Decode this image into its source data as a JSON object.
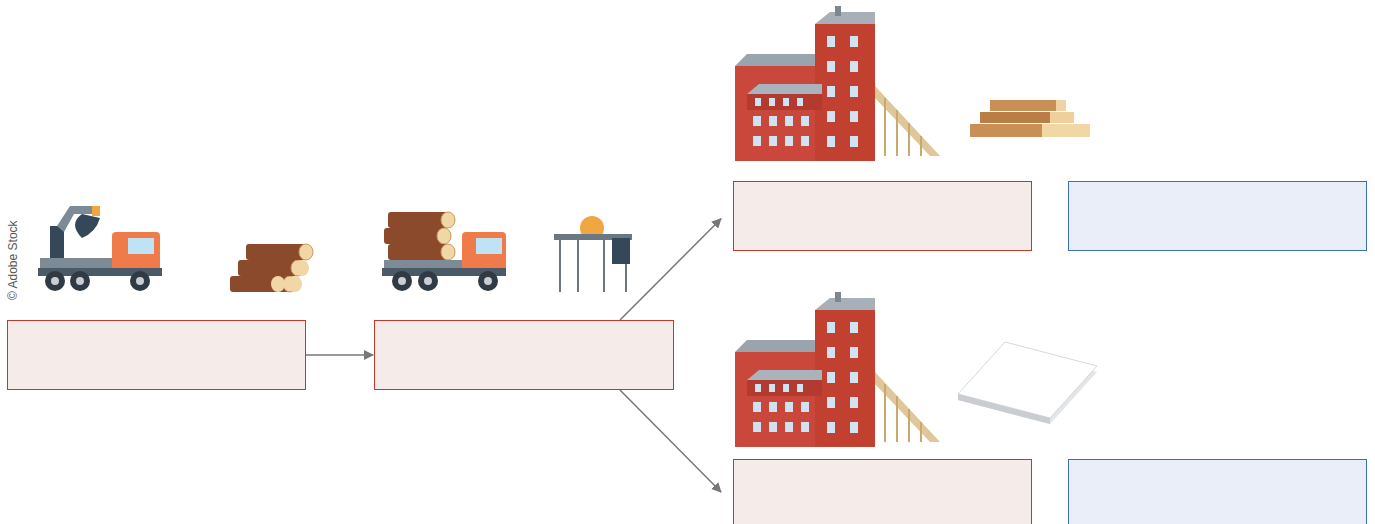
{
  "diagram": {
    "nodes": [
      {
        "text": []
      },
      {
        "text": []
      },
      {
        "text": []
      },
      {
        "text": []
      },
      {
        "text": []
      },
      {
        "text": []
      }
    ],
    "edges": [
      {
        "from": 0,
        "to": 1,
        "arrow": "to"
      },
      {
        "from": 1,
        "to": 2,
        "arrow": "to"
      },
      {
        "from": 1,
        "to": 4,
        "arrow": "to"
      }
    ],
    "labels": [
      "© Adobe Stock"
    ]
  }
}
